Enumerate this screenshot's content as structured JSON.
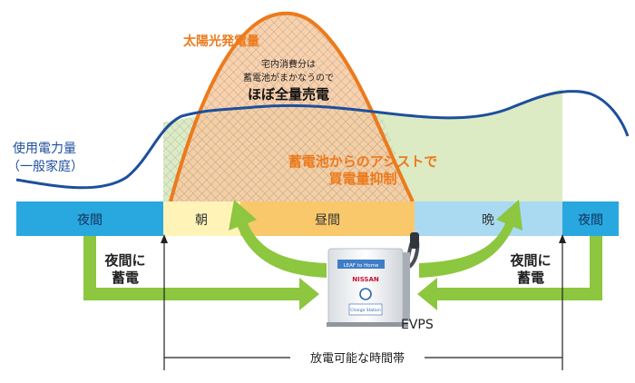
{
  "labels": {
    "solar": "太陽光発電量",
    "usage_line1": "使用電力量",
    "usage_line2": "（一般家庭）",
    "surplus_line1": "宅内消費分は",
    "surplus_line2": "蓄電池がまかなうので",
    "surplus_line3": "ほぼ全量売電",
    "assist_line1": "蓄電池からのアシストで",
    "assist_line2": "買電量抑制",
    "evps": "EVPS",
    "charge_left_line1": "夜間に",
    "charge_left_line2": "蓄電",
    "charge_right_line1": "夜間に",
    "charge_right_line2": "蓄電",
    "discharge_range": "放電可能な時間帯"
  },
  "timeline": [
    {
      "label": "夜間",
      "color": "#29a8df"
    },
    {
      "label": "朝",
      "color": "#fff3b8"
    },
    {
      "label": "昼間",
      "color": "#f9c86a"
    },
    {
      "label": "晩",
      "color": "#a9daf2"
    },
    {
      "label": "夜間",
      "color": "#29a8df"
    }
  ],
  "device": {
    "screen_text": "LEAF to Home",
    "brand": "NISSAN",
    "sticker": "Charge Station"
  },
  "colors": {
    "solar_orange": "#ec7a1c",
    "usage_blue": "#1d4f9c",
    "usage_fill": "#dcebc4",
    "arrow_green": "#8dc63f",
    "night_blue": "#29a8df"
  }
}
